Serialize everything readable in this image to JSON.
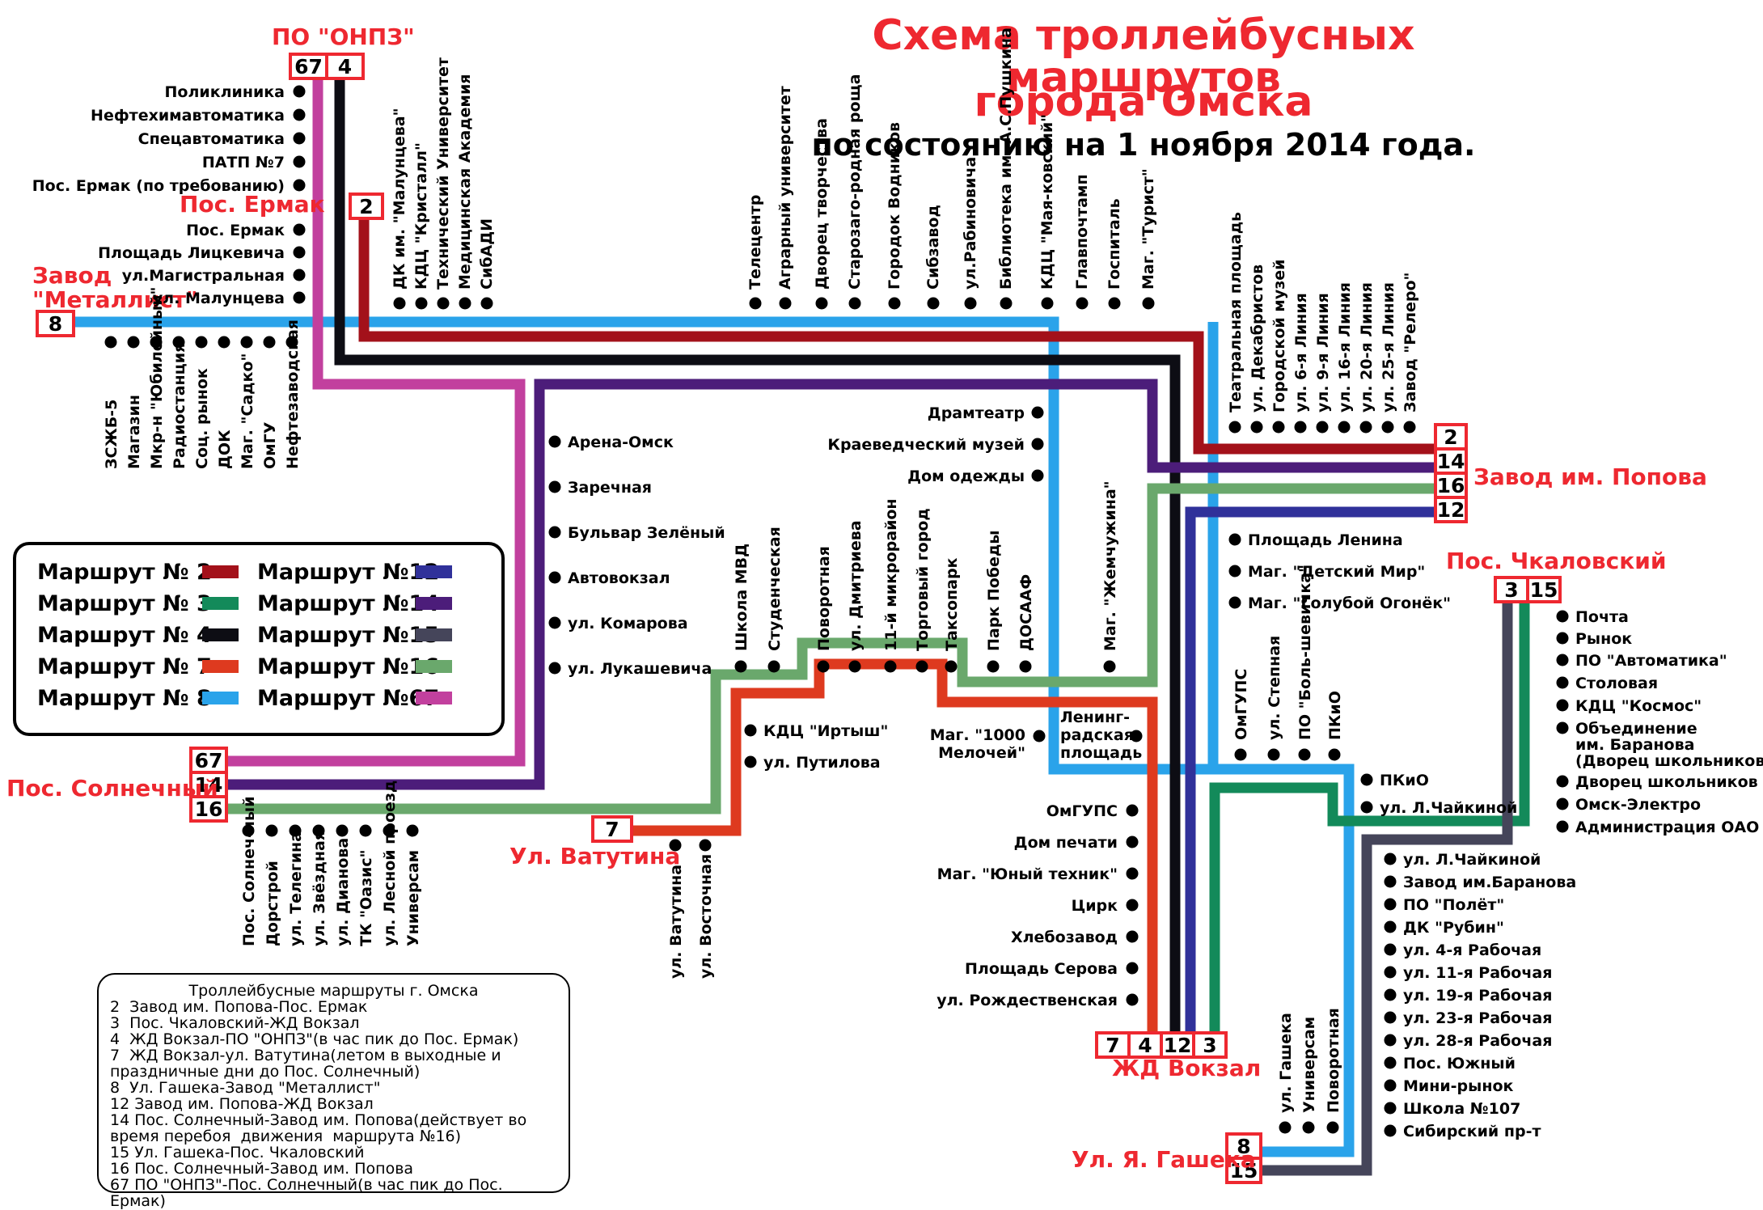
{
  "title": {
    "line1": "Схема троллейбусных маршрутов",
    "line2": "города Омска",
    "subtitle": "по состоянию на 1 ноября 2014 года."
  },
  "colors": {
    "r2": "#a3111a",
    "r3": "#138a5a",
    "r4": "#0d0d14",
    "r7": "#de3a1f",
    "r8": "#2aa3ea",
    "r12": "#30319a",
    "r14": "#4c1d7a",
    "r15": "#45455a",
    "r16": "#6aa86c",
    "r67": "#c2409e",
    "terminal": "#ee2830"
  },
  "terminals": {
    "onpz": "ПО \"ОНПЗ\"",
    "ermak": "Пос. Ермак",
    "metallist": "Завод\n\"Металлист\"",
    "popova": "Завод им. Попова",
    "chkalovsky": "Пос. Чкаловский",
    "solnechny": "Пос. Солнечный",
    "vatutina": "Ул. Ватутина",
    "vokzal": "ЖД Вокзал",
    "gasheka": "Ул. Я. Гашека"
  },
  "badges": {
    "onpz": [
      "67",
      "4"
    ],
    "ermak": [
      "2"
    ],
    "metallist": [
      "8"
    ],
    "popova": [
      "2",
      "14",
      "16",
      "12"
    ],
    "chkalovsky": [
      "3",
      "15"
    ],
    "solnechny": [
      "67",
      "14",
      "16"
    ],
    "vatutina": [
      "7"
    ],
    "vokzal": [
      "7",
      "4",
      "12",
      "3"
    ],
    "gasheka": [
      "8",
      "15"
    ]
  },
  "stops": {
    "onpz_list": [
      "Поликлиника",
      "Нефтехимавтоматика",
      "Спецавтоматика",
      "ПАТП №7",
      "Пос. Ермак (по требованию)"
    ],
    "ermak_list": [
      "Пос. Ермак",
      "Площадь Лицкевича",
      "ул.Магистральная",
      "ул. Малунцева"
    ],
    "top_upper": [
      "ДК им. \"Малунцева\"",
      "КДЦ \"Кристалл\"",
      "Технический Университет",
      "Медицинская Академия",
      "СибАДИ"
    ],
    "top_mid": [
      "Телецентр",
      "Аграрный университет",
      "Дворец творчества",
      "Старозаго-родная роща",
      "Городок Водников",
      "Сибзавод",
      "ул.Рабиновича",
      "Библиотека им. А.С.Пушкина",
      "КДЦ \"Мая-ковский\"",
      "Главпочтамп",
      "Госпиталь",
      "Маг. \"Турист\""
    ],
    "west_lower": [
      "ЗСЖБ-5",
      "Магазин",
      "Мкр-н \"Юбилейный\"",
      "Радиостанция",
      "Соц. рынок",
      "ДОК",
      "Маг. \"Садко\"",
      "ОмГУ",
      "Нефтезаводская"
    ],
    "east_upper": [
      "Театральная площадь",
      "ул. Декабристов",
      "Городской музей",
      "ул. 6-я Линия",
      "ул. 9-я Линия",
      "ул. 16-я Линия",
      "ул. 20-я Линия",
      "ул. 25-я Линия",
      "Завод \"Релеро\""
    ],
    "purple_list": [
      "Арена-Омск",
      "Заречная",
      "Бульвар Зелёный",
      "Автовокзал",
      "ул. Комарова",
      "ул. Лукашевича"
    ],
    "center_list": [
      "Драмтеатр",
      "Краеведческий музей",
      "Дом одежды"
    ],
    "center_mid": [
      "Школа МВД",
      "Студенческая",
      "Поворотная",
      "ул. Дмитриева",
      "11-й микрорайон",
      "Торговый город",
      "Таксопарк",
      "Парк Победы",
      "ДОСААФ",
      "Маг. \"Жемчужина\""
    ],
    "irtysh": [
      "КДЦ \"Иртыш\"",
      "ул. Путилова"
    ],
    "mag1000": "Маг. \"1000\nМелочей\"",
    "leningrad": "Ленинг-\nрадская\nплощадь",
    "lenina_list": [
      "Площадь Ленина",
      "Маг. \"Детский Мир\"",
      "Маг. \"Голубой Огонёк\""
    ],
    "east_mid": [
      "ОмГУПС",
      "ул. Степная",
      "ПО \"Боль-шевичка\"",
      "ПКиО"
    ],
    "pkio": [
      "ПКиО",
      "ул. Л.Чайкиной"
    ],
    "chkalov_list": [
      "Почта",
      "Рынок",
      "ПО \"Автоматика\"",
      "Столовая",
      "КДЦ \"Космос\"",
      "Объединение им. Баранова (Дворец школьников)",
      "Дворец школьников",
      "Омск-Электро",
      "Администрация ОАО"
    ],
    "red_list": [
      "ОмГУПС",
      "Дом печати",
      "Маг. \"Юный техник\"",
      "Цирк",
      "Хлебозавод",
      "Площадь Серова",
      "ул. Рождественская"
    ],
    "gasheka_list": [
      "ул. Л.Чайкиной",
      "Завод им.Баранова",
      "ПО \"Полёт\"",
      "ДК \"Рубин\"",
      "ул. 4-я Рабочая",
      "ул. 11-я Рабочая",
      "ул. 19-я Рабочая",
      "ул. 23-я Рабочая",
      "ул. 28-я Рабочая",
      "Пос. Южный",
      "Мини-рынок",
      "Школа №107",
      "Сибирский пр-т"
    ],
    "south_upper": [
      "ул. Гашека",
      "Универсам",
      "Поворотная"
    ],
    "solnechny_list": [
      "Пос. Солнеч-ный",
      "Дорстрой",
      "ул. Телегина",
      "ул. Звёздная",
      "ул. Дианова",
      "ТК \"Оазис\"",
      "ул. Лесной проезд",
      "Универсам"
    ],
    "vatutina_list": [
      "ул. Ватутина",
      "ул. Восточная"
    ]
  },
  "legend": [
    {
      "label": "Маршрут № 2",
      "color": "#a3111a"
    },
    {
      "label": "Маршрут № 3",
      "color": "#138a5a"
    },
    {
      "label": "Маршрут № 4",
      "color": "#0d0d14"
    },
    {
      "label": "Маршрут № 7",
      "color": "#de3a1f"
    },
    {
      "label": "Маршрут № 8",
      "color": "#2aa3ea"
    },
    {
      "label": "Маршрут №12",
      "color": "#30319a"
    },
    {
      "label": "Маршрут №14",
      "color": "#4c1d7a"
    },
    {
      "label": "Маршрут №15",
      "color": "#45455a"
    },
    {
      "label": "Маршрут №16",
      "color": "#6aa86c"
    },
    {
      "label": "Маршрут №67",
      "color": "#c2409e"
    }
  ],
  "routes_box": {
    "title": "Троллейбусные маршруты г. Омска",
    "items": [
      "2  Завод им. Попова-Пос. Ермак",
      "3  Пос. Чкаловский-ЖД Вокзал",
      "4  ЖД Вокзал-ПО \"ОНПЗ\"(в час пик до Пос. Ермак)",
      "7  ЖД Вокзал-ул. Ватутина(летом в выходные и праздничные дни до Пос. Солнечный)",
      "8  Ул. Гашека-Завод \"Металлист\"",
      "12 Завод им. Попова-ЖД Вокзал",
      "14 Пос. Солнечный-Завод им. Попова(действует во время перебоя  движения  маршрута №16)",
      "15 Ул. Гашека-Пос. Чкаловский",
      "16 Пос. Солнечный-Завод им. Попова",
      "67 ПО \"ОНПЗ\"-Пос. Солнечный(в час пик до Пос. Ермак)"
    ]
  }
}
